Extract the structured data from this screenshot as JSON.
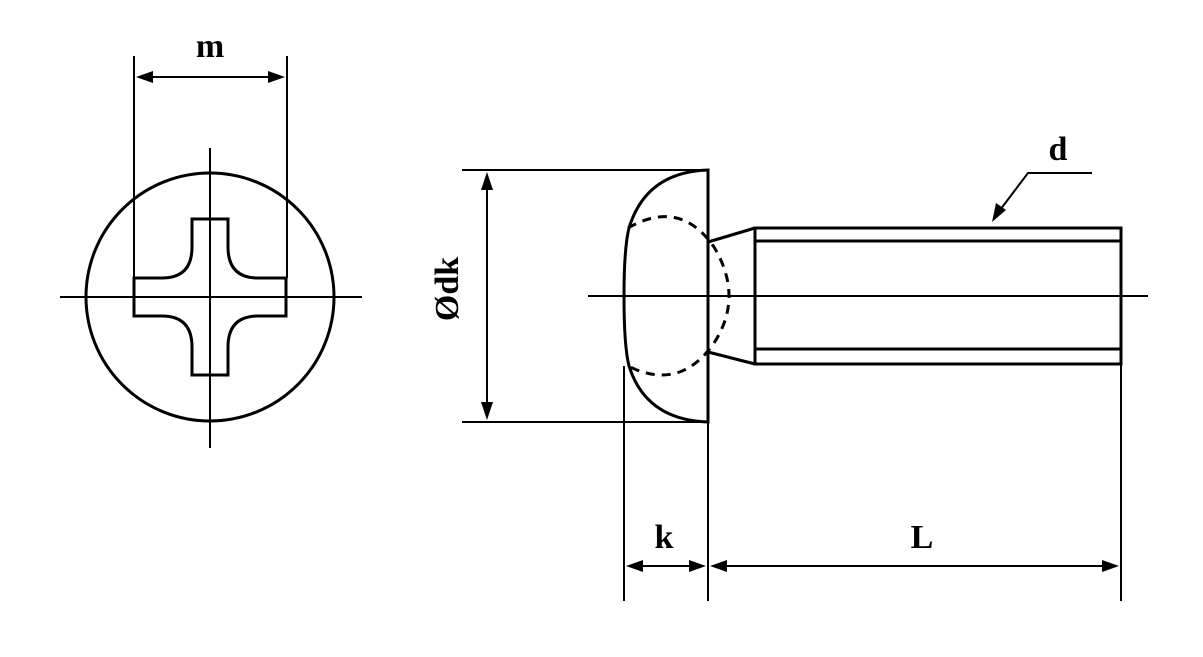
{
  "labels": {
    "m": "m",
    "d": "d",
    "dk": "Ødk",
    "k": "k",
    "L": "L"
  }
}
